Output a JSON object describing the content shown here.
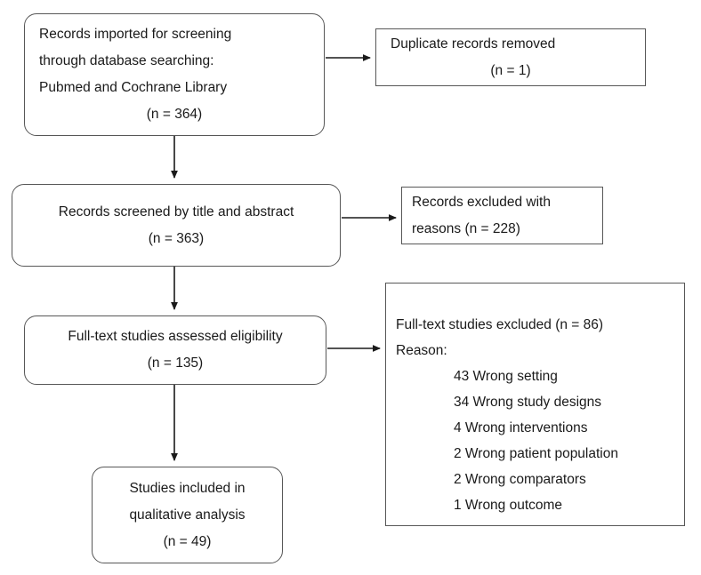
{
  "diagram": {
    "type": "prisma-flow-diagram",
    "title": "",
    "colors": {
      "background": "#ffffff",
      "box_border": "#575757",
      "connector": "#1a1a1a",
      "text": "#1a1a1a"
    }
  },
  "nodes": {
    "identification": {
      "name": "records-imported",
      "lines": [
        "Records imported for screening",
        "through database searching:",
        "Pubmed and Cochrane Library"
      ],
      "count": "(n = 364)"
    },
    "duplicates": {
      "name": "duplicate-records-removed",
      "lines": [
        "Duplicate records removed"
      ],
      "count": "(n = 1)"
    },
    "screened": {
      "name": "records-screened",
      "lines": [
        "Records screened by title and abstract"
      ],
      "count": "(n = 363)"
    },
    "excluded": {
      "name": "records-excluded-with-reasons",
      "lines": [
        "Records excluded with",
        "reasons (n = 228)"
      ]
    },
    "fulltext": {
      "name": "full-text-assessed",
      "lines": [
        "Full-text studies assessed eligibility"
      ],
      "count": "(n = 135)"
    },
    "reasons": {
      "name": "full-text-excluded-reasons",
      "heading": "Full-text studies excluded (n = 86)",
      "subheading": "Reason:",
      "items": [
        "43 Wrong setting",
        "34 Wrong study designs",
        "4 Wrong interventions",
        "2 Wrong patient population",
        "2 Wrong comparators",
        "1 Wrong outcome"
      ]
    },
    "included": {
      "name": "studies-included",
      "lines": [
        "Studies included in",
        "qualitative analysis"
      ],
      "count": "(n = 49)"
    }
  },
  "chart_data": {
    "type": "diagram",
    "flow": [
      {
        "from": "identification",
        "to": "screened",
        "direction": "down"
      },
      {
        "from": "identification",
        "to": "duplicates",
        "direction": "right"
      },
      {
        "from": "screened",
        "to": "fulltext",
        "direction": "down"
      },
      {
        "from": "screened",
        "to": "excluded",
        "direction": "right"
      },
      {
        "from": "fulltext",
        "to": "included",
        "direction": "down"
      },
      {
        "from": "fulltext",
        "to": "reasons",
        "direction": "right"
      }
    ],
    "counts": {
      "records_imported": 364,
      "duplicates_removed": 1,
      "records_screened": 363,
      "records_excluded": 228,
      "full_text_assessed": 135,
      "full_text_excluded": 86,
      "studies_included": 49
    },
    "exclusion_reasons": {
      "categories": [
        "Wrong setting",
        "Wrong study designs",
        "Wrong interventions",
        "Wrong patient population",
        "Wrong comparators",
        "Wrong outcome"
      ],
      "values": [
        43,
        34,
        4,
        2,
        2,
        1
      ]
    }
  }
}
